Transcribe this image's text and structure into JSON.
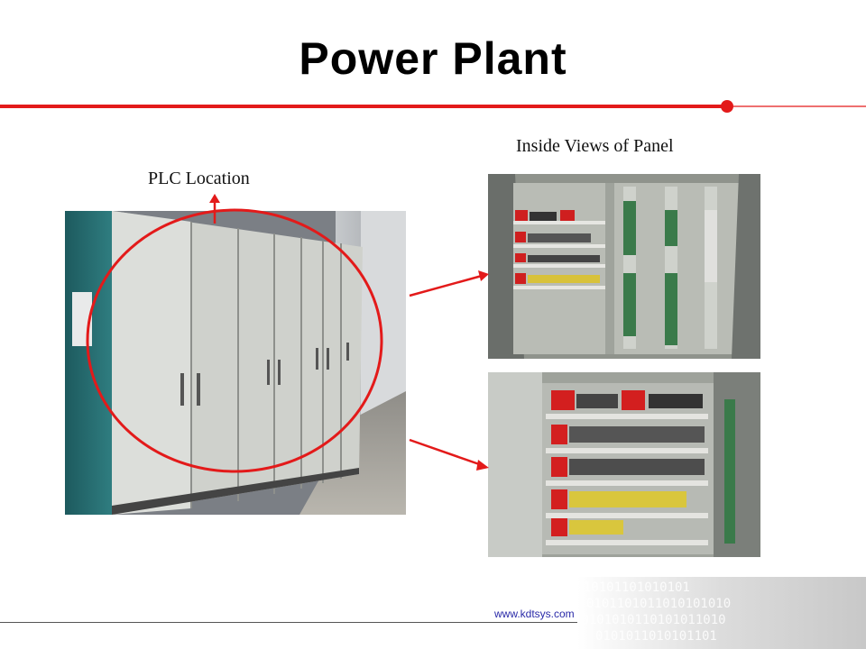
{
  "slide": {
    "title": "Power Plant",
    "plc_label": "PLC Location",
    "inside_label": "Inside Views of Panel",
    "footer_url": "www.kdtsys.com"
  },
  "colors": {
    "accent": "#e31a1a",
    "footer_rule": "#444444"
  },
  "icons": {
    "arrow_up": "arrow-up",
    "arrows_right": "arrow-right"
  }
}
